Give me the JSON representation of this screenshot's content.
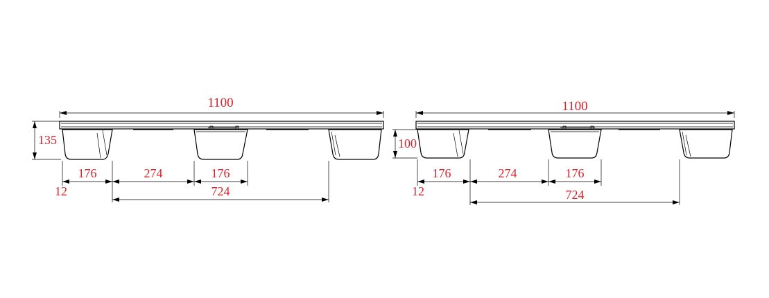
{
  "left_view": {
    "overall_width": "1100",
    "height": "135",
    "foot_width_left": "176",
    "gap": "274",
    "foot_width_center": "176",
    "offset": "12",
    "span": "724"
  },
  "right_view": {
    "overall_width": "1100",
    "height": "100",
    "foot_width_left": "176",
    "gap": "274",
    "foot_width_center": "176",
    "offset": "12",
    "span": "724"
  },
  "colors": {
    "dimension_text": "#d8212a",
    "lines": "#000000",
    "background": "#ffffff"
  }
}
